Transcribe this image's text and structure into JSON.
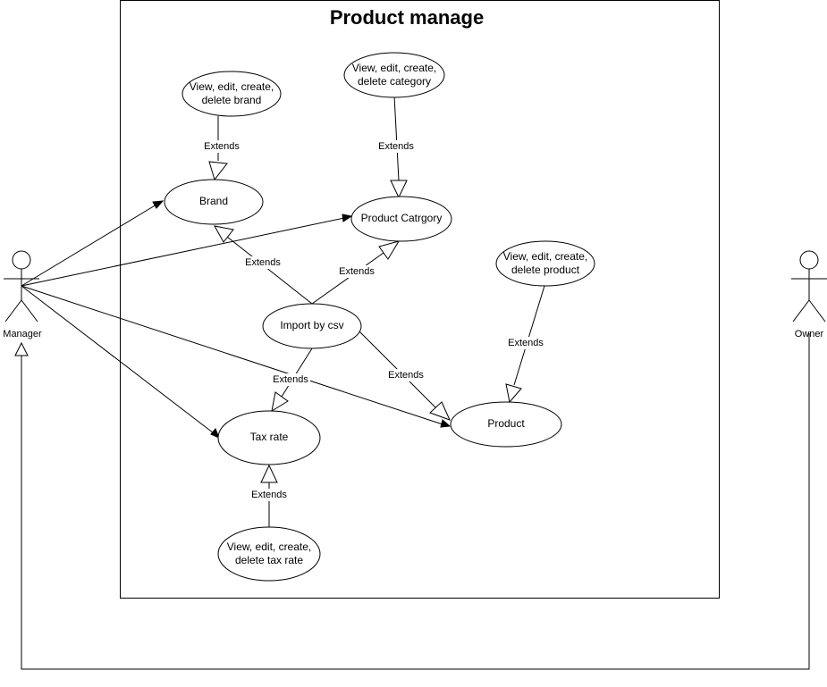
{
  "system": {
    "title": "Product manage"
  },
  "actors": {
    "manager": {
      "label": "Manager"
    },
    "owner": {
      "label": "Owner"
    }
  },
  "use_cases": {
    "brand": {
      "label": "Brand"
    },
    "category": {
      "label": "Product Catrgory"
    },
    "import": {
      "label": "Import by csv"
    },
    "product": {
      "label": "Product"
    },
    "taxrate": {
      "label": "Tax rate"
    },
    "crud_brand": {
      "lines": [
        "View, edit, create,",
        "delete brand"
      ]
    },
    "crud_category": {
      "lines": [
        "View, edit, create,",
        "delete category"
      ]
    },
    "crud_product": {
      "lines": [
        "View, edit, create,",
        "delete product"
      ]
    },
    "crud_taxrate": {
      "lines": [
        "View, edit, create,",
        "delete tax rate"
      ]
    }
  },
  "relations": {
    "extends_label": "Extends"
  }
}
